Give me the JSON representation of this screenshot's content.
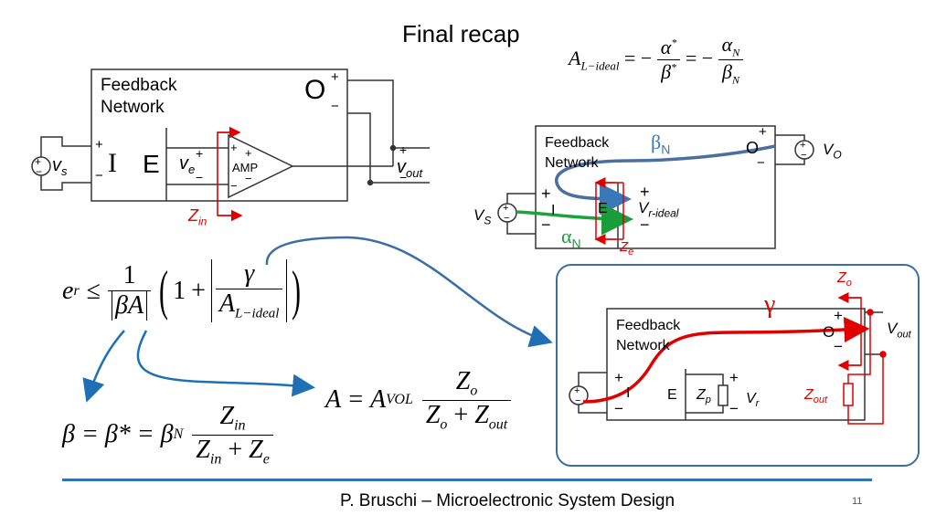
{
  "slide": {
    "title": "Final recap",
    "footer": "P. Bruschi – Microelectronic System Design",
    "page_number": "11"
  },
  "circuit_left": {
    "block_label_line1": "Feedback",
    "block_label_line2": "Network",
    "port_O": "O",
    "port_I": "I",
    "port_E": "E",
    "amp_label": "AMP",
    "source_label": "v",
    "source_sub": "s",
    "ve_label": "v",
    "ve_sub": "e",
    "vout_label": "v",
    "vout_sub": "out",
    "zin_label": "Z",
    "zin_sub": "in"
  },
  "circuit_right_top": {
    "block_label_line1": "Feedback",
    "block_label_line2": "Network",
    "beta_label": "β",
    "beta_sub": "N",
    "alpha_label": "α",
    "alpha_sub": "N",
    "port_O": "O",
    "port_I": "I",
    "port_E": "E",
    "vo_label": "V",
    "vo_sub": "O",
    "vs_label": "V",
    "vs_sub": "S",
    "vr_label": "V",
    "vr_sub": "r-ideal",
    "ze_label": "Z",
    "ze_sub": "e"
  },
  "circuit_right_bottom": {
    "block_label_line1": "Feedback",
    "block_label_line2": "Network",
    "gamma_label": "γ",
    "port_O": "O",
    "port_I": "I",
    "port_E": "E",
    "zo_label": "Z",
    "zo_sub": "o",
    "vout_label": "V",
    "vout_sub": "out",
    "zp_label": "Z",
    "zp_sub": "p",
    "vr_label": "V",
    "vr_sub": "r",
    "zout_label": "Z",
    "zout_sub": "out"
  },
  "equations": {
    "a_ideal_lhs": "A",
    "a_ideal_lhs_sub": "L−ideal",
    "alpha_star": "α",
    "beta_star": "β",
    "alpha_n": "α",
    "beta_n": "β",
    "n_sub": "N",
    "star": "*",
    "er_lhs": "e",
    "er_sub": "r",
    "one": "1",
    "beta_a": "βA",
    "gamma": "γ",
    "beta_eq_lhs": "β = β* = β",
    "beta_eq_sub": "N",
    "zin": "Z",
    "zin_sub": "in",
    "ze": "Z",
    "ze_sub": "e",
    "a_eq_lhs": "A = A",
    "a_eq_sub": "VOL",
    "zo": "Z",
    "zo_sub": "o",
    "zout": "Z",
    "zout_sub": "out"
  }
}
